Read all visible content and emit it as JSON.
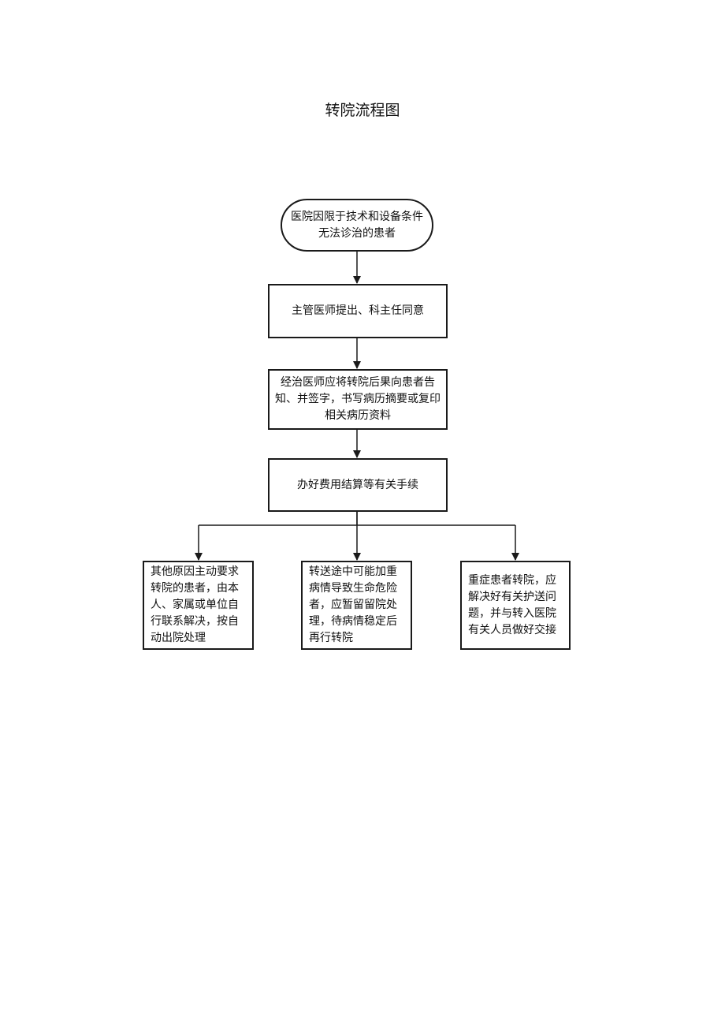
{
  "title": "转院流程图",
  "nodes": {
    "start": "医院因限于技术和设备条件无法诊治的患者",
    "step1": "主管医师提出、科主任同意",
    "step2": "经治医师应将转院后果向患者告知、并签字，书写病历摘要或复印相关病历资料",
    "step3": "办好费用结算等有关手续",
    "branch_left": "其他原因主动要求转院的患者，由本人、家属或单位自行联系解决，按自动出院处理",
    "branch_middle": "转送途中可能加重病情导致生命危险者，应暂留留院处理，待病情稳定后再行转院",
    "branch_right": "重症患者转院，应解决好有关护送问题，并与转入医院有关人员做好交接"
  },
  "colors": {
    "line": "#1a1a1a",
    "background": "#ffffff"
  }
}
